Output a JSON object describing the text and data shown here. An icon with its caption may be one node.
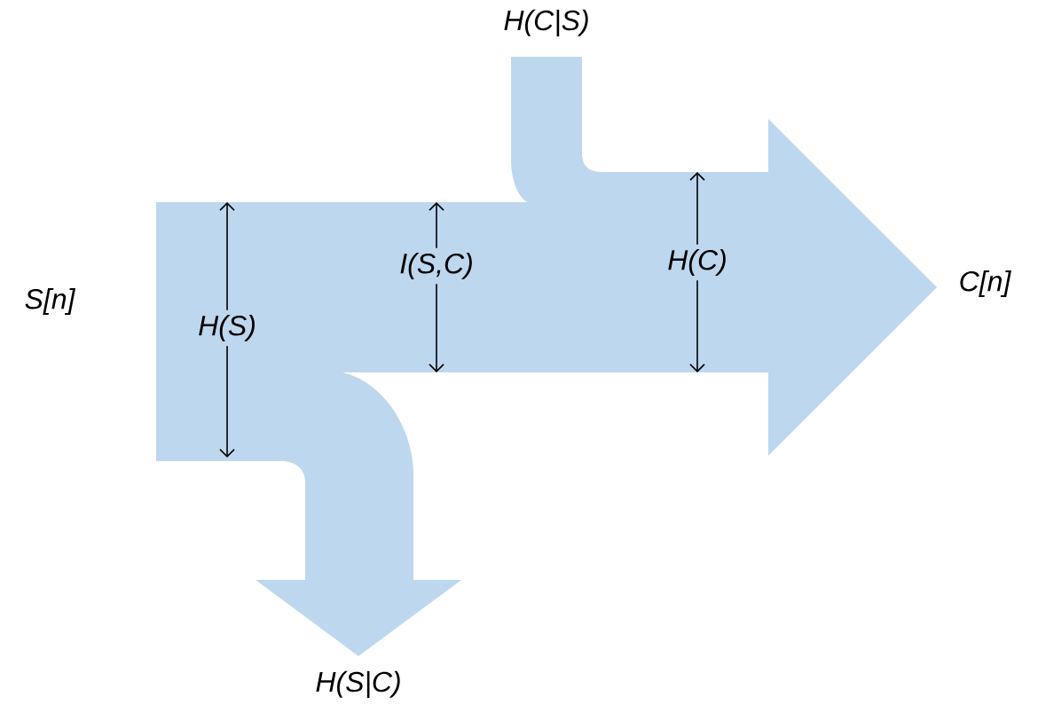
{
  "diagram": {
    "labels": [
      "H(C|S)",
      "I(S,C)",
      "H(C)",
      "S[n]",
      "H(S)",
      "C[n]",
      "H(S|C)"
    ]
  }
}
